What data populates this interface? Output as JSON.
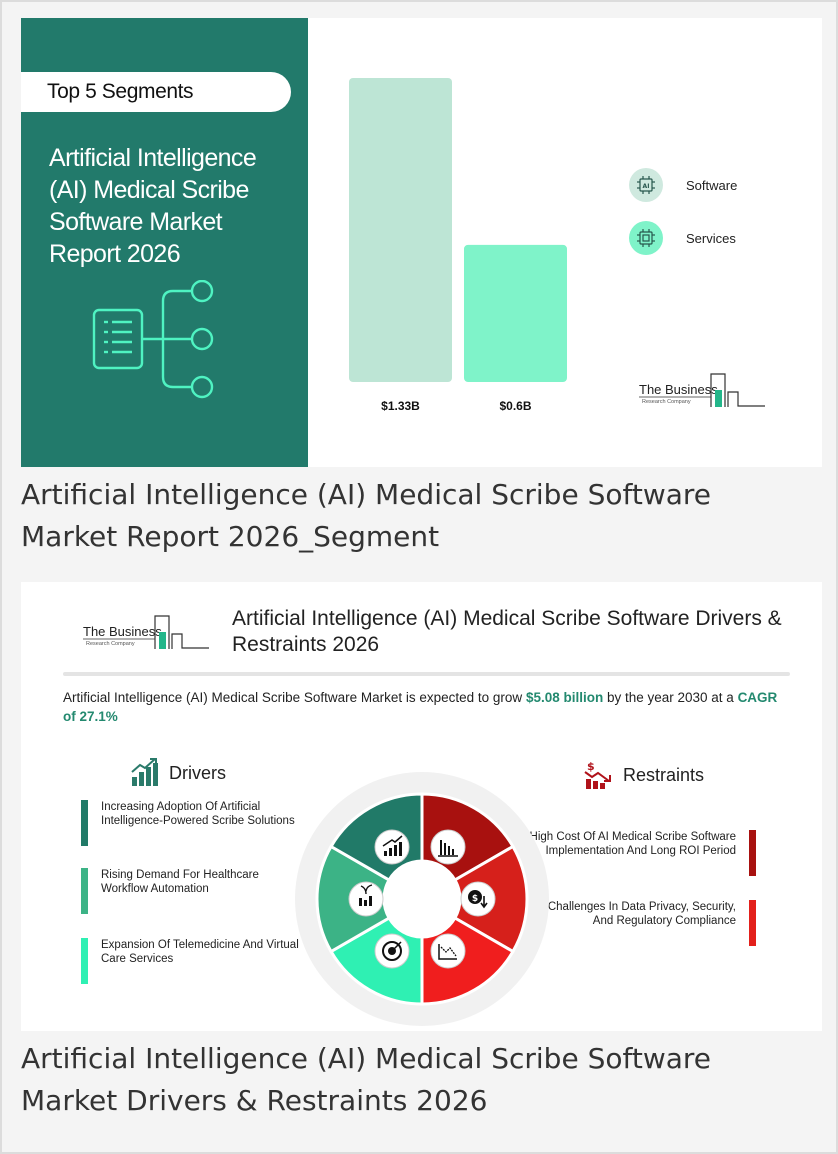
{
  "card1": {
    "segments_label": "Top 5 Segments",
    "report_title": "Artificial Intelligence (AI) Medical Scribe Software Market Report 2026",
    "brand_name": "The Business",
    "brand_sub": "Research Company",
    "caption": "Artificial Intelligence (AI) Medical Scribe Software Market Report 2026_Segment",
    "legend": [
      {
        "label": "Software",
        "icon": "ai-chip-icon",
        "color": "#cfe9df"
      },
      {
        "label": "Services",
        "icon": "circuit-chip-icon",
        "color": "#7ff3c9"
      }
    ]
  },
  "chart_data": {
    "type": "bar",
    "categories": [
      "Software",
      "Services"
    ],
    "values": [
      1.33,
      0.6
    ],
    "value_labels": [
      "$1.33B",
      "$0.6B"
    ],
    "unit": "billion USD",
    "colors": [
      "#bde5d5",
      "#7ff3c9"
    ],
    "ylim": [
      0,
      1.4
    ],
    "grid": false,
    "legend": "right"
  },
  "card2": {
    "brand_name": "The Business",
    "brand_sub": "Research Company",
    "title": "Artificial Intelligence (AI) Medical Scribe Software Drivers & Restraints 2026",
    "growth_pre": "Artificial Intelligence (AI) Medical Scribe Software Market is expected to grow ",
    "growth_amount": "$5.08 billion",
    "growth_mid": " by the year 2030 at a ",
    "growth_cagr": "CAGR of 27.1%",
    "drivers_label": "Drivers",
    "restraints_label": "Restraints",
    "drivers": [
      {
        "text": "Increasing Adoption Of Artificial Intelligence-Powered Scribe Solutions",
        "color": "#217a68"
      },
      {
        "text": "Rising Demand For Healthcare Workflow Automation",
        "color": "#3cb386"
      },
      {
        "text": "Expansion Of Telemedicine And Virtual Care Services",
        "color": "#2ff0b3"
      }
    ],
    "restraints": [
      {
        "text": "High Cost Of AI Medical Scribe Software Implementation And Long ROI Period",
        "color": "#a8110f"
      },
      {
        "text": "Challenges In Data Privacy, Security, And Regulatory Compliance",
        "color": "#e3201b"
      }
    ],
    "wheel_colors": {
      "left_top": "#217a68",
      "left_mid": "#3cb386",
      "left_bottom": "#2ff0b3",
      "right_top": "#a8110f",
      "right_mid": "#d6201b",
      "right_bottom": "#f01e1e"
    },
    "caption": "Artificial Intelligence (AI) Medical Scribe Software Market Drivers & Restraints 2026"
  }
}
